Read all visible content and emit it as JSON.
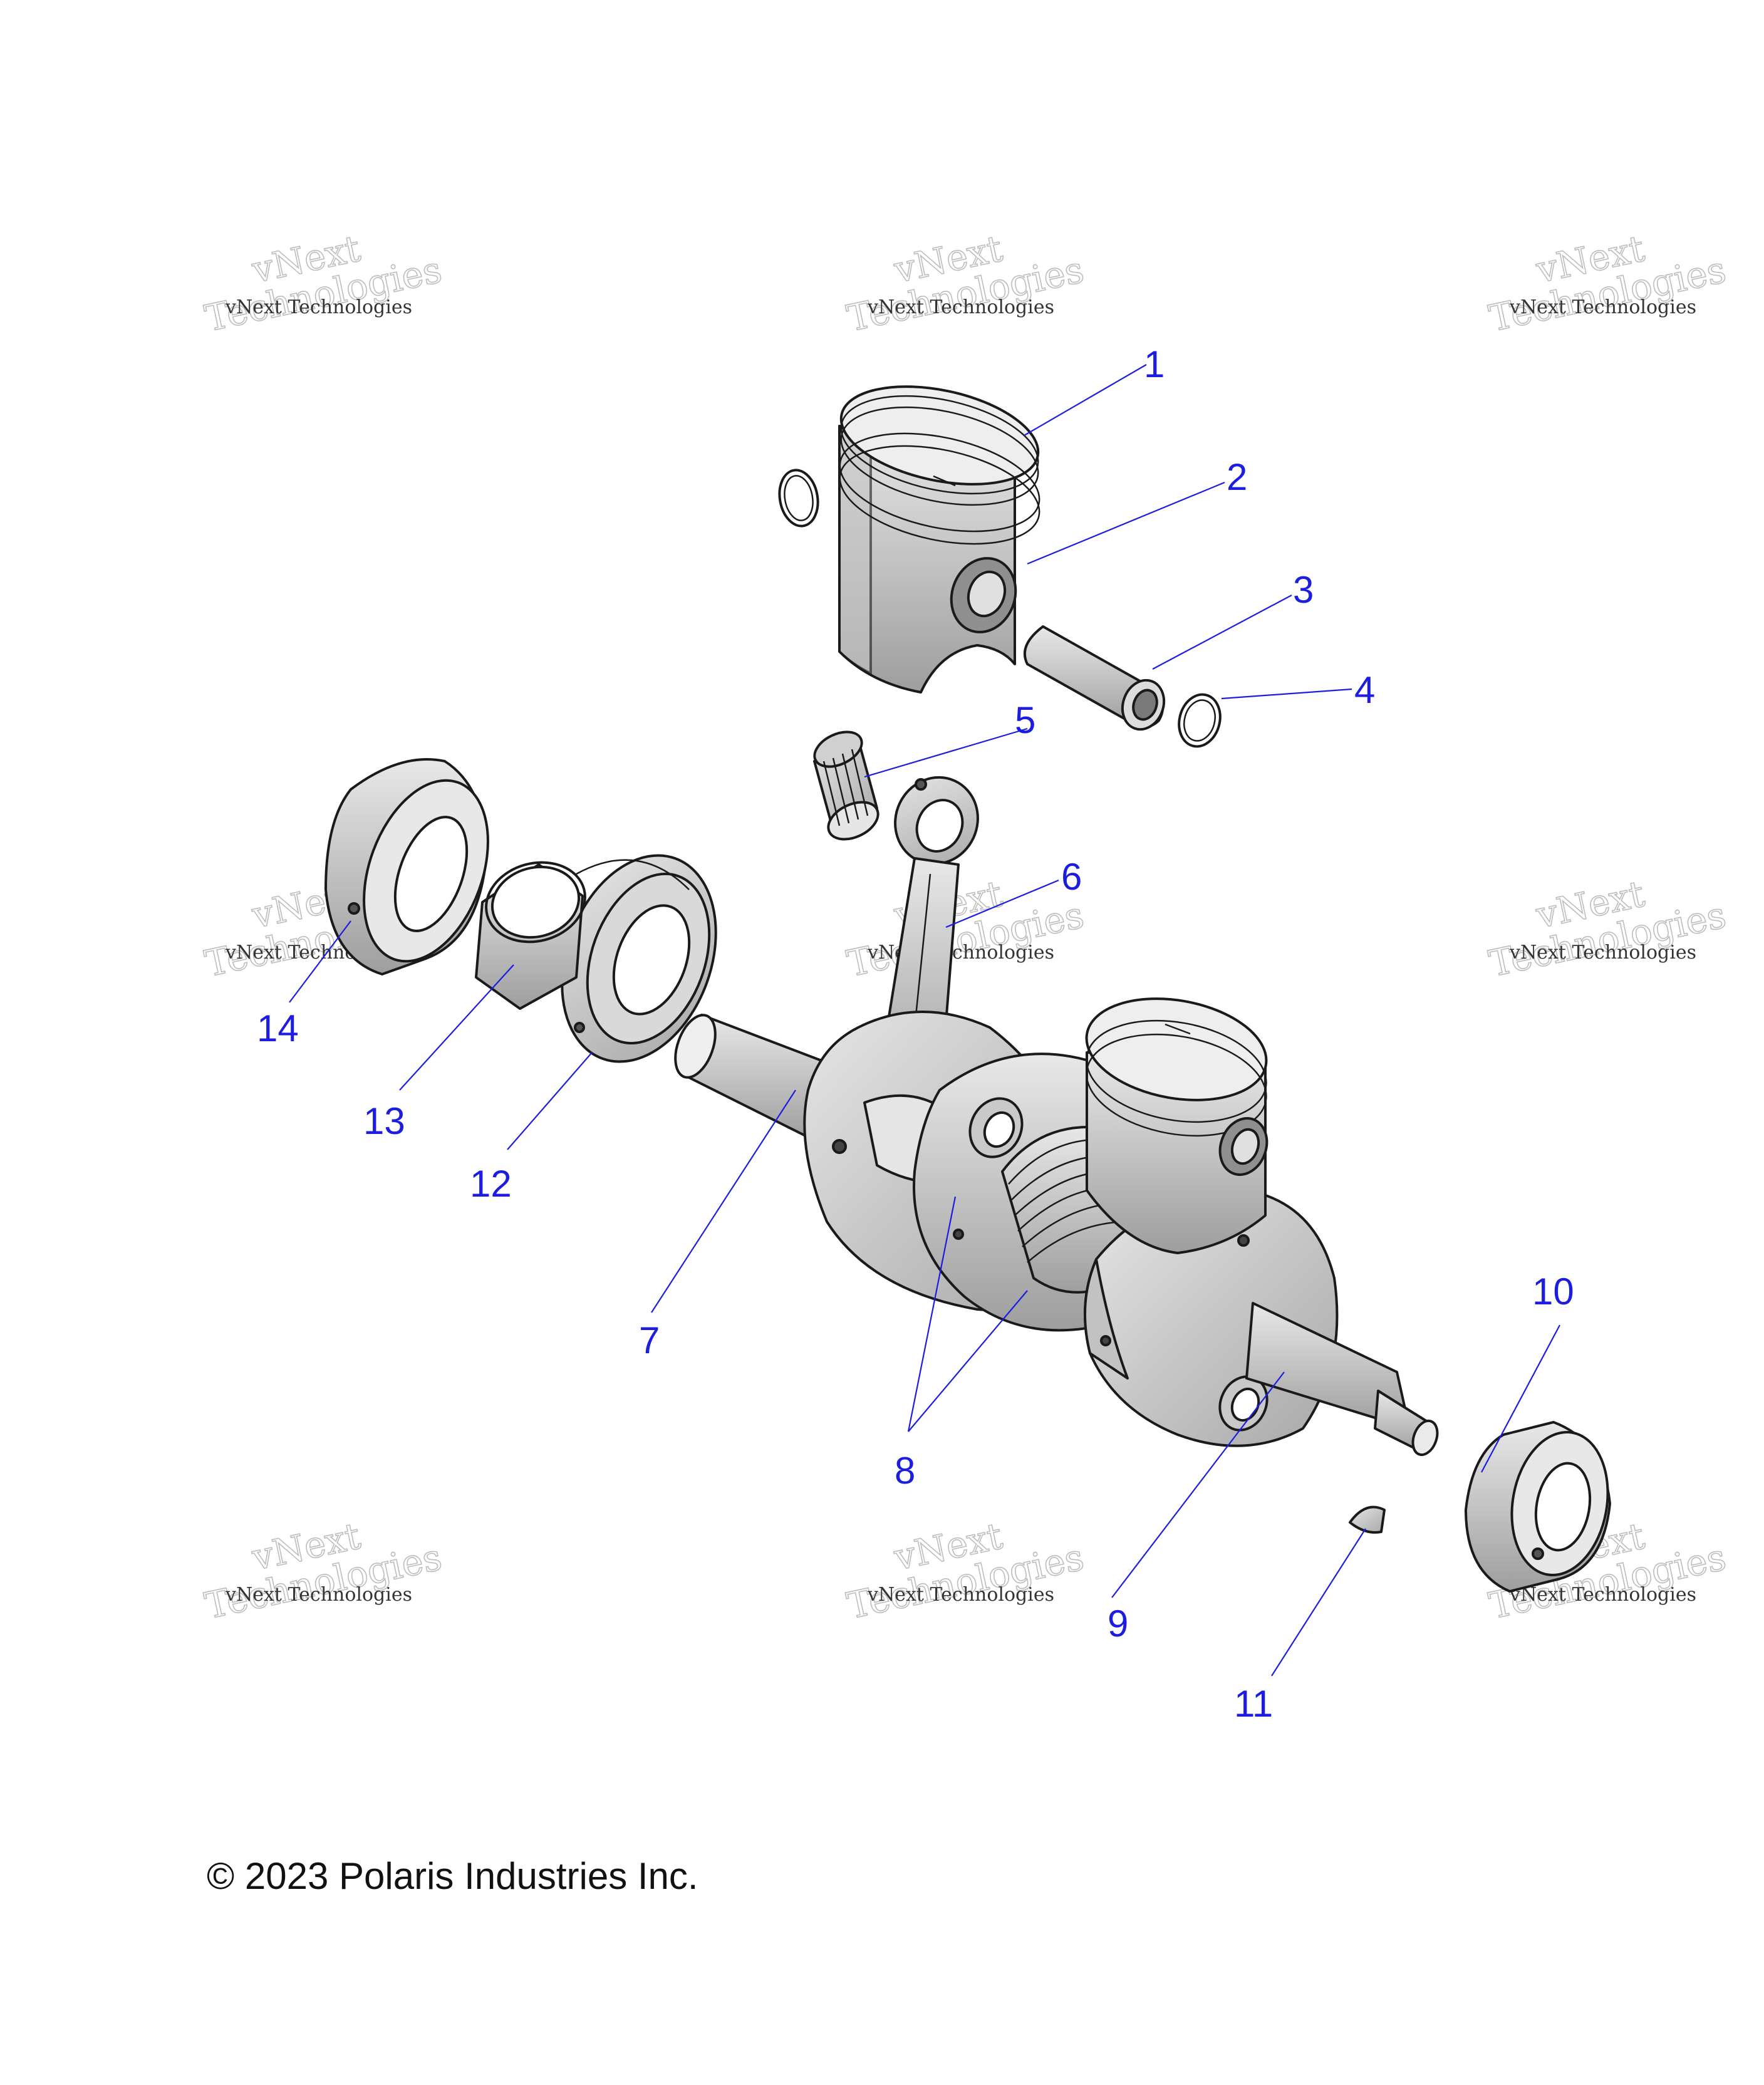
{
  "watermark": {
    "line1": "vNext",
    "line2": "Technologies",
    "full": "vNext Technologies"
  },
  "callouts": [
    "1",
    "2",
    "3",
    "4",
    "5",
    "6",
    "7",
    "8",
    "9",
    "10",
    "11",
    "12",
    "13",
    "14"
  ],
  "copyright": "© 2023 Polaris Industries Inc.",
  "colors": {
    "callout": "#1d1de0",
    "part_fill": "#d6d6d6",
    "part_shade": "#a9a9a9",
    "outline": "#1a1a1a"
  }
}
